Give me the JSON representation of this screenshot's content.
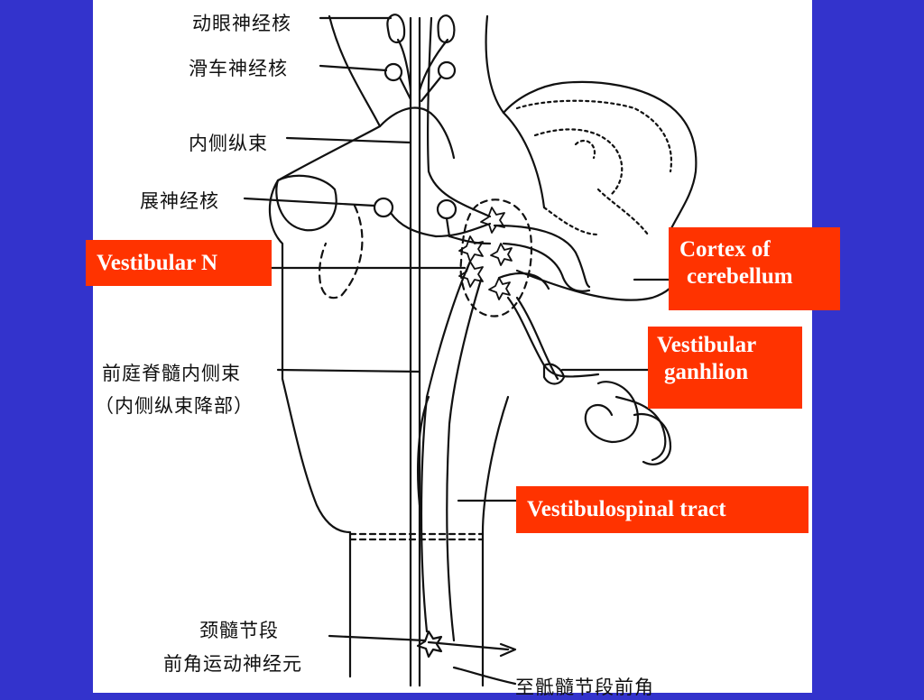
{
  "colors": {
    "background": "#3333cc",
    "panel": "#ffffff",
    "label_fill": "#ff3300",
    "label_text": "#ffffff",
    "line": "#111111"
  },
  "labels_cn": {
    "oculomotor": "动眼神经核",
    "trochlear": "滑车神经核",
    "mlf": "内侧纵束",
    "abducens": "展神经核",
    "medial_vestibulospinal_1": "前庭脊髓内侧束",
    "medial_vestibulospinal_2": "（内侧纵束降部）",
    "cervical_1": "颈髓节段",
    "cervical_2": "前角运动神经元",
    "sacral": "至骶髓节段前角"
  },
  "labels_en": {
    "vestibular_n": "Vestibular N",
    "cortex_1": "Cortex of",
    "cortex_2": "cerebellum",
    "ganglion_1": "Vestibular",
    "ganglion_2": "ganhlion",
    "tract": "Vestibulospinal tract"
  }
}
